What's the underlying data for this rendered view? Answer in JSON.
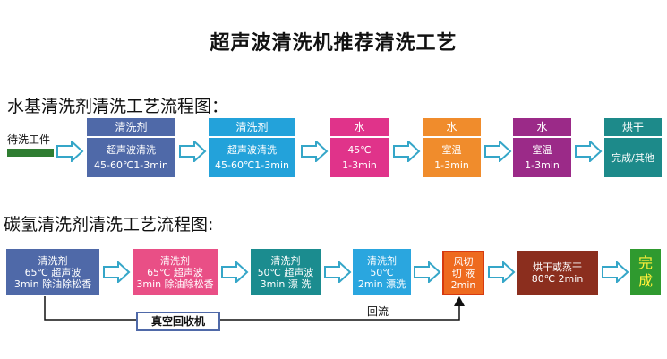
{
  "title": "超声波清洗机推荐清洗工艺",
  "sections": {
    "water_title": "水基清洗剂清洗工艺流程图：",
    "hydrocarbon_title": "碳氢清洗剂清洗工艺流程图:"
  },
  "water": {
    "start_label": "待洗工件",
    "steps": [
      {
        "header": "清洗剂",
        "lines": [
          "超声波清洗",
          "45-60℃1-3min"
        ]
      },
      {
        "header": "清洗剂",
        "lines": [
          "超声波清洗",
          "45-60℃1-3min"
        ]
      },
      {
        "header": "水",
        "lines": [
          "45℃",
          "1-3min"
        ]
      },
      {
        "header": "水",
        "lines": [
          "室温",
          "1-3min"
        ]
      },
      {
        "header": "水",
        "lines": [
          "室温",
          "1-3min"
        ]
      },
      {
        "header": "烘干",
        "lines": [
          "完成/其他"
        ]
      }
    ]
  },
  "hydrocarbon": {
    "steps": [
      {
        "lines": [
          "清洗剂",
          "65℃ 超声波",
          "3min 除油除松香"
        ]
      },
      {
        "lines": [
          "清洗剂",
          "65℃ 超声波",
          "3min 除油除松香"
        ]
      },
      {
        "lines": [
          "清洗剂",
          "50℃ 超声波",
          "3min  漂 洗"
        ]
      },
      {
        "lines": [
          "清洗剂",
          "50℃",
          "2min 漂洗"
        ]
      },
      {
        "lines": [
          "风切",
          "切 液",
          "2min"
        ]
      },
      {
        "lines": [
          "烘干或蒸干",
          "80℃  2min"
        ]
      },
      {
        "lines": [
          "完",
          "成"
        ]
      }
    ],
    "recovery_label": "真空回收机",
    "reflux_label": "回流"
  },
  "colors": {
    "blue_gray": "#4f69a8",
    "cyan": "#23a2da",
    "magenta": "#e0338a",
    "orange": "#f08c2c",
    "purple": "#9b2a88",
    "teal": "#1d8a8a",
    "pink": "#e94f86",
    "teal2": "#1b8c8f",
    "sky": "#2aa6df",
    "orange_red": "#ee6a1f",
    "brown": "#8b2e1e",
    "green": "#2f9a2f",
    "arrow": "#35a6c8"
  }
}
